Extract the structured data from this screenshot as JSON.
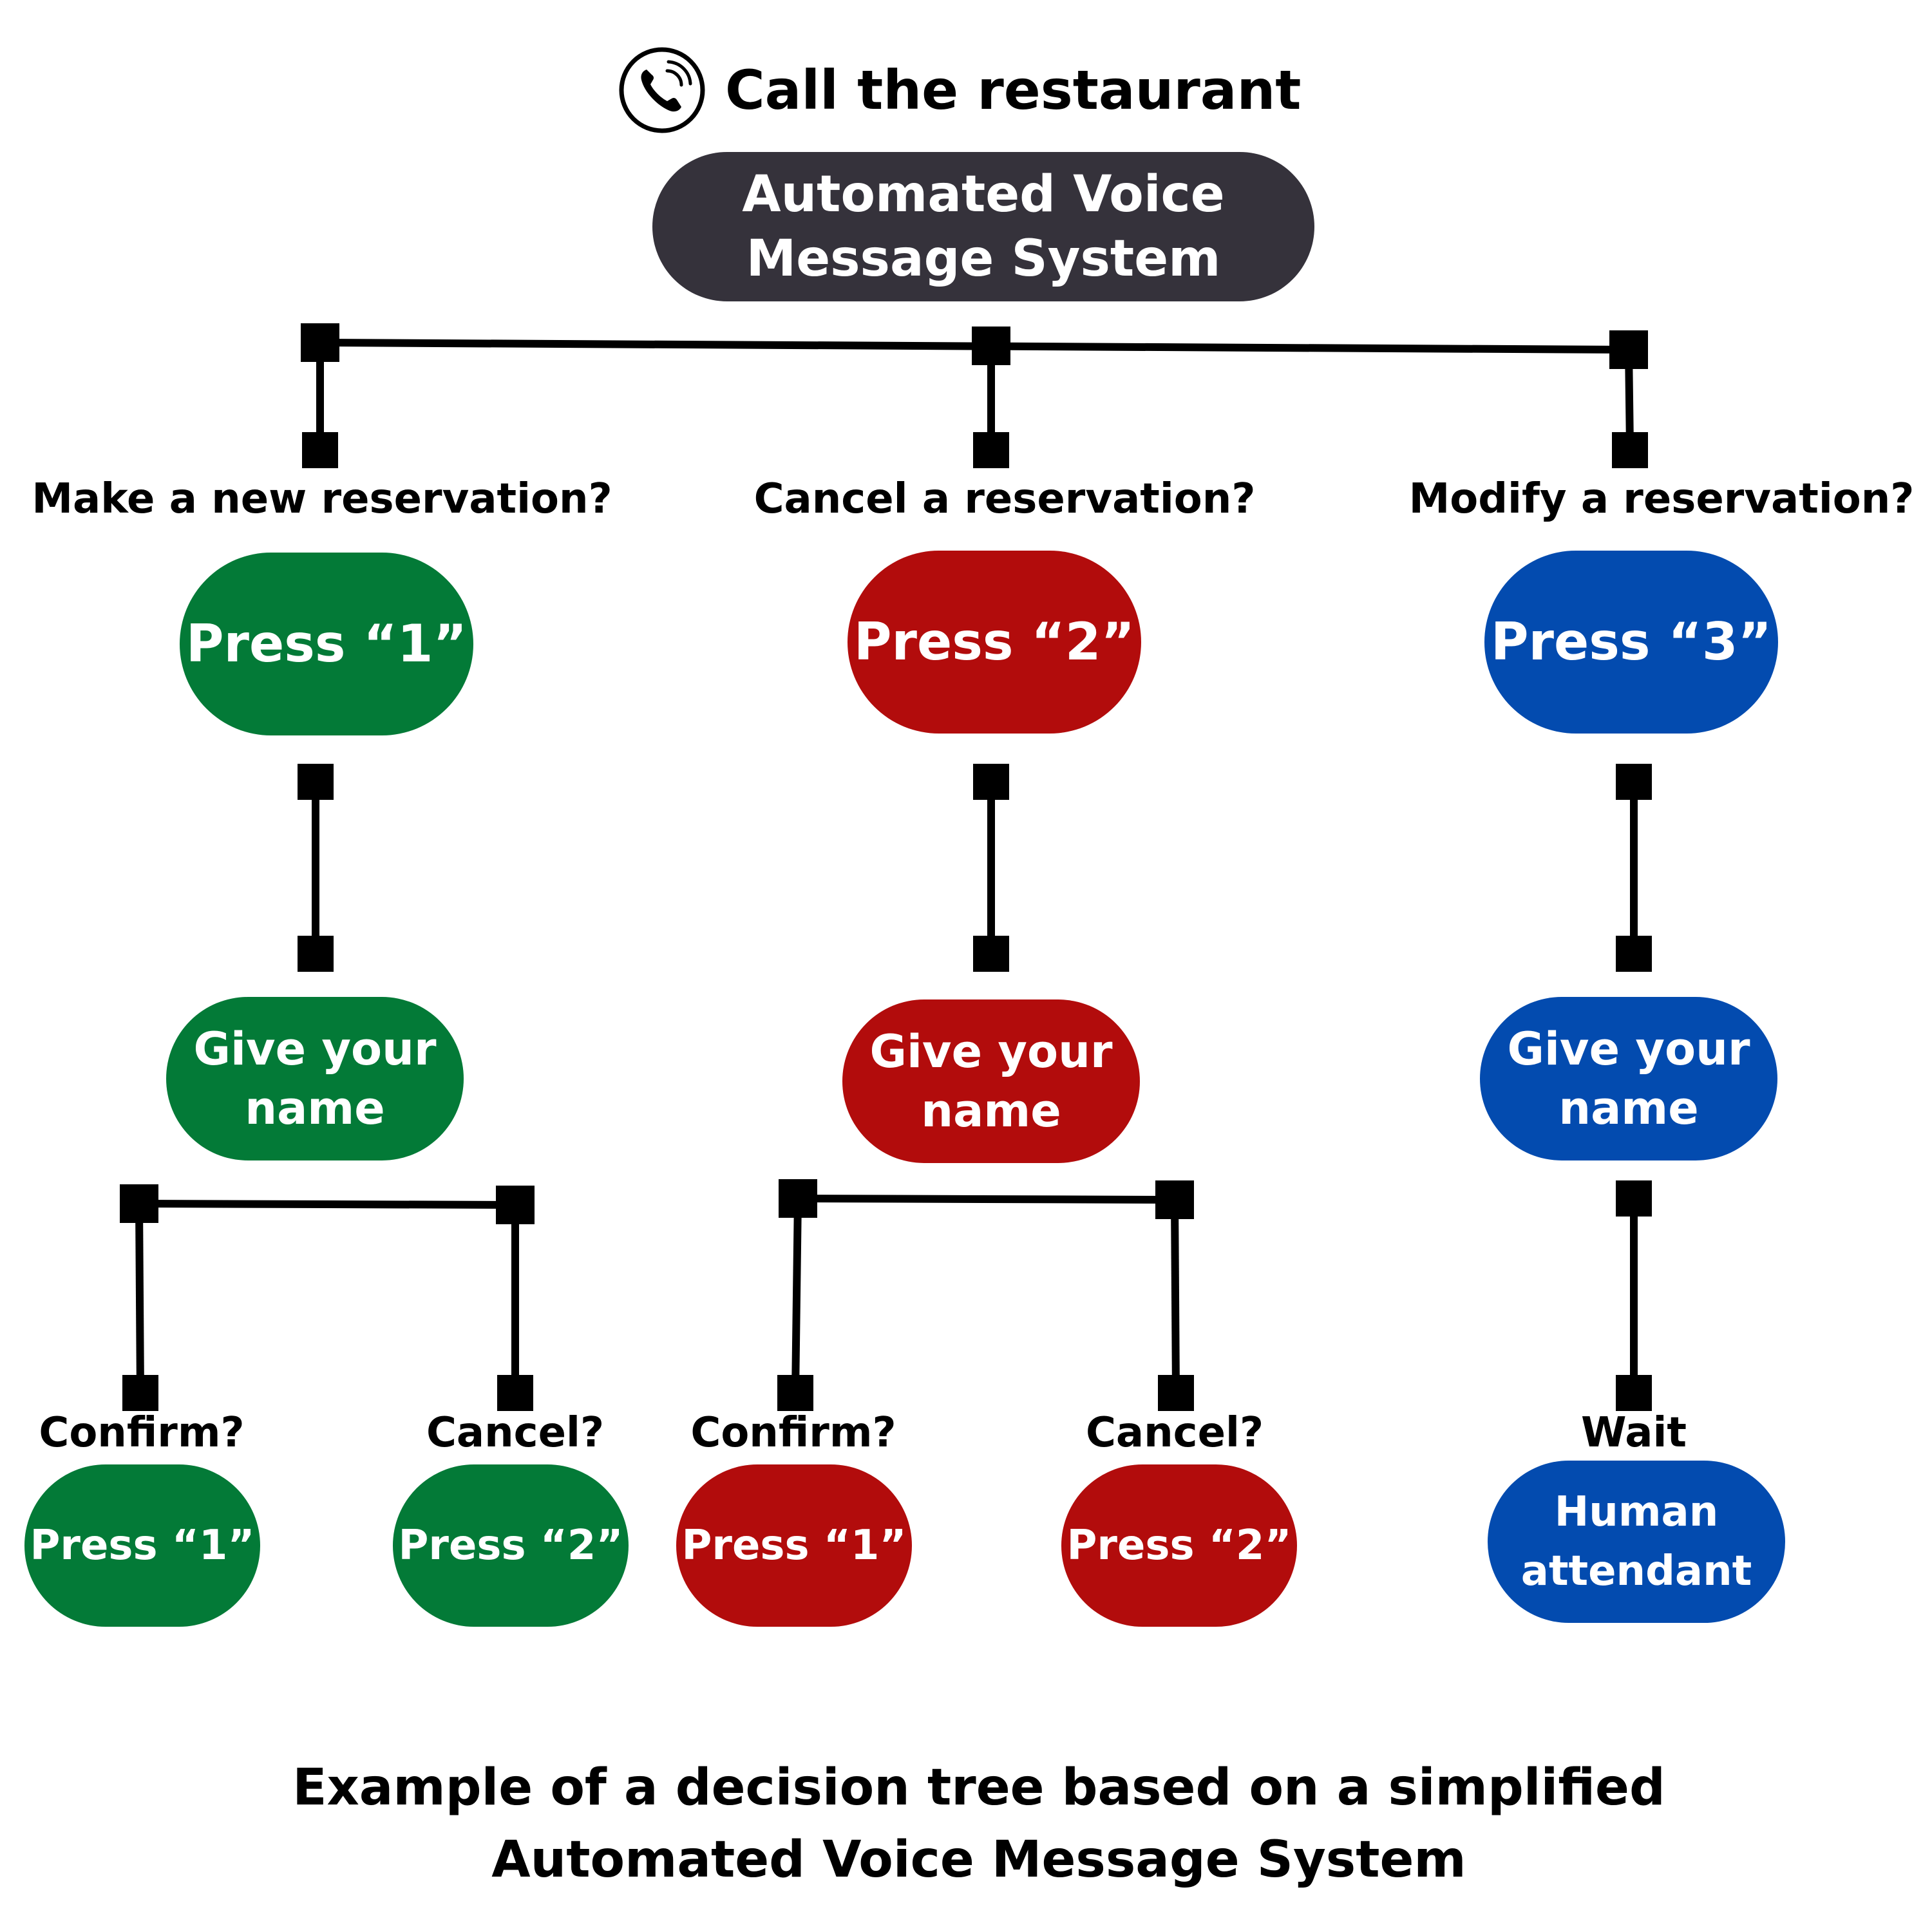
{
  "header": {
    "title": "Call the restaurant",
    "icon": "phone-icon"
  },
  "root": {
    "line1": "Automated Voice",
    "line2": "Message System"
  },
  "branches": [
    {
      "question": "Make a new reservation?",
      "press": "Press “1”",
      "give_name": {
        "line1": "Give your",
        "line2": "name"
      },
      "sub_options": [
        {
          "question": "Confirm?",
          "press": "Press “1”"
        },
        {
          "question": "Cancel?",
          "press": "Press “2”"
        }
      ]
    },
    {
      "question": "Cancel a reservation?",
      "press": "Press “2”",
      "give_name": {
        "line1": "Give your",
        "line2": "name"
      },
      "sub_options": [
        {
          "question": "Confirm?",
          "press": "Press “1”"
        },
        {
          "question": "Cancel?",
          "press": "Press “2”"
        }
      ]
    },
    {
      "question": "Modify a reservation?",
      "press": "Press “3”",
      "give_name": {
        "line1": "Give your",
        "line2": "name"
      },
      "wait_label": "Wait",
      "final": {
        "line1": "Human",
        "line2": "attendant"
      }
    }
  ],
  "caption": {
    "line1": "Example of a decision tree based on a simplified",
    "line2": "Automated Voice Message System"
  },
  "colors": {
    "root": "#35323b",
    "branch1": "#037a37",
    "branch2": "#b20c0c",
    "branch3": "#034baf",
    "connector": "#000000"
  }
}
